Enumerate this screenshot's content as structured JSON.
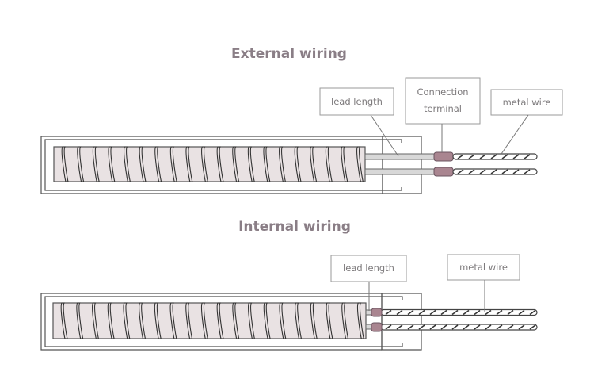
{
  "diagrams": [
    {
      "id": "external",
      "title": "External wiring",
      "labels": {
        "lead_length": "lead length",
        "connection_terminal_line1": "Connection",
        "connection_terminal_line2": "terminal",
        "metal_wire": "metal wire"
      },
      "coil_count": 20
    },
    {
      "id": "internal",
      "title": "Internal wiring",
      "labels": {
        "lead_length": "lead length",
        "metal_wire": "metal wire"
      },
      "coil_count": 20
    }
  ],
  "colors": {
    "title": "#8a7e86",
    "label_text": "#7d7a7c",
    "core_fill": "#e9e2e3",
    "terminal_fill": "#a98590",
    "lead_fill": "#d8d8d8"
  }
}
